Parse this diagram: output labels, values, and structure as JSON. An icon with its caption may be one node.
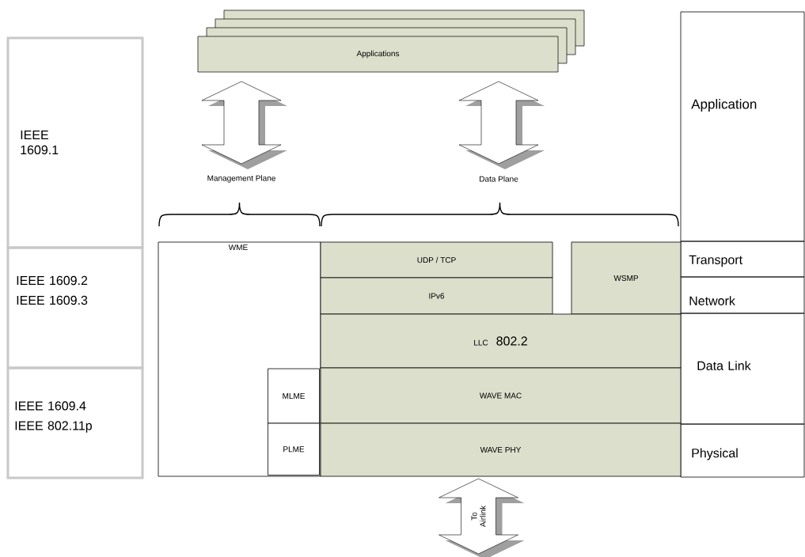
{
  "diagram": {
    "nodes": [
      {
        "text": [
          "Applications"
        ]
      },
      {
        "text": [
          "IEEE 1609.1"
        ]
      },
      {
        "text": [
          "IEEE 1609.2",
          "IEEE 1609.3"
        ]
      },
      {
        "text": [
          "IEEE 1609.4",
          "IEEE 802.11p"
        ]
      },
      {
        "text": [
          "Application"
        ]
      },
      {
        "text": [
          "Transport"
        ]
      },
      {
        "text": [
          "Network"
        ]
      },
      {
        "text": [
          "Data Link"
        ]
      },
      {
        "text": [
          "Physical"
        ]
      },
      {
        "text": [
          "WME"
        ]
      },
      {
        "text": [
          "MLME"
        ],
        "in": 9
      },
      {
        "text": [
          "PLME"
        ],
        "in": 9
      },
      {
        "text": [
          "UDP / TCP"
        ]
      },
      {
        "text": [
          "IPv6"
        ]
      },
      {
        "text": [
          "WSMP"
        ]
      },
      {
        "text": [
          "LLC",
          "802.2"
        ]
      },
      {
        "text": [
          "WAVE MAC"
        ]
      },
      {
        "text": [
          "WAVE PHY"
        ]
      },
      {
        "text": [
          "Management Plane"
        ]
      },
      {
        "text": [
          "Data Plane"
        ]
      }
    ],
    "edges": [
      {
        "from": 0,
        "to": 18,
        "arrow": "both"
      },
      {
        "from": 0,
        "to": 19,
        "arrow": "both"
      },
      {
        "from": 17,
        "to": null,
        "arrow": "both",
        "label": "To Airlink"
      }
    ]
  }
}
